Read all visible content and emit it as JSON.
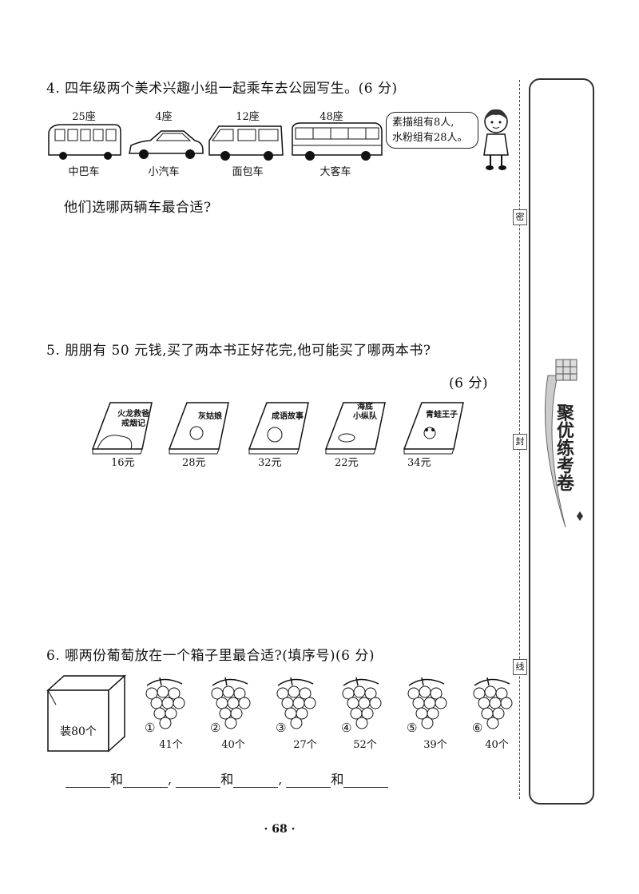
{
  "q4": {
    "text": "4. 四年级两个美术兴趣小组一起乘车去公园写生。(6 分)",
    "vehicles": [
      {
        "seats": "25座",
        "name": "中巴车"
      },
      {
        "seats": "4座",
        "name": "小汽车"
      },
      {
        "seats": "12座",
        "name": "面包车"
      },
      {
        "seats": "48座",
        "name": "大客车"
      }
    ],
    "bubble_line1": "素描组有8人,",
    "bubble_line2": "水粉组有28人。",
    "question": "他们选哪两辆车最合适?"
  },
  "q5": {
    "text": "5. 朋朋有 50 元钱,买了两本书正好花完,他可能买了哪两本书?",
    "score": "(6 分)",
    "books": [
      {
        "title": "火龙救爸\n戒烟记",
        "price": "16元"
      },
      {
        "title": "灰姑娘",
        "price": "28元"
      },
      {
        "title": "成语故事",
        "price": "32元"
      },
      {
        "title": "海底\n小纵队",
        "price": "22元"
      },
      {
        "title": "青蛙王子",
        "price": "34元"
      }
    ]
  },
  "q6": {
    "text": "6. 哪两份葡萄放在一个箱子里最合适?(填序号)(6 分)",
    "box_label": "装80个",
    "grapes": [
      {
        "num": "①",
        "count": "41个"
      },
      {
        "num": "②",
        "count": "40个"
      },
      {
        "num": "③",
        "count": "27个"
      },
      {
        "num": "④",
        "count": "52个"
      },
      {
        "num": "⑤",
        "count": "39个"
      },
      {
        "num": "⑥",
        "count": "40个"
      }
    ],
    "and": "和",
    "sep": ","
  },
  "side": {
    "mark1": "密",
    "mark2": "封",
    "mark3": "线",
    "title": "聚优练考卷"
  },
  "footer": "· 68 ·"
}
